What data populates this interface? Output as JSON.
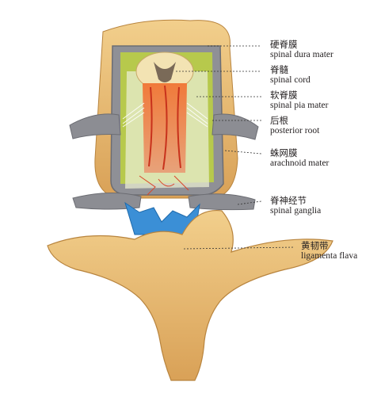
{
  "labels": [
    {
      "zh": "硬脊膜",
      "en": "spinal dura mater"
    },
    {
      "zh": "脊髓",
      "en": "spinal cord"
    },
    {
      "zh": "软脊膜",
      "en": "spinal pia mater"
    },
    {
      "zh": "后根",
      "en": "posterior root"
    },
    {
      "zh": "蛛网膜",
      "en": "arachnoid mater"
    },
    {
      "zh": "脊神经节",
      "en": "spinal ganglia"
    },
    {
      "zh": "黄韧带",
      "en": "ligamenta flava"
    }
  ],
  "colors": {
    "bone": "#e8b96a",
    "bone_dark": "#c98f45",
    "dura": "#9a9aa0",
    "arachnoid": "#b8c94a",
    "cord": "#e5532a",
    "ganglia": "#3b8fd6",
    "leader": "#333333"
  }
}
